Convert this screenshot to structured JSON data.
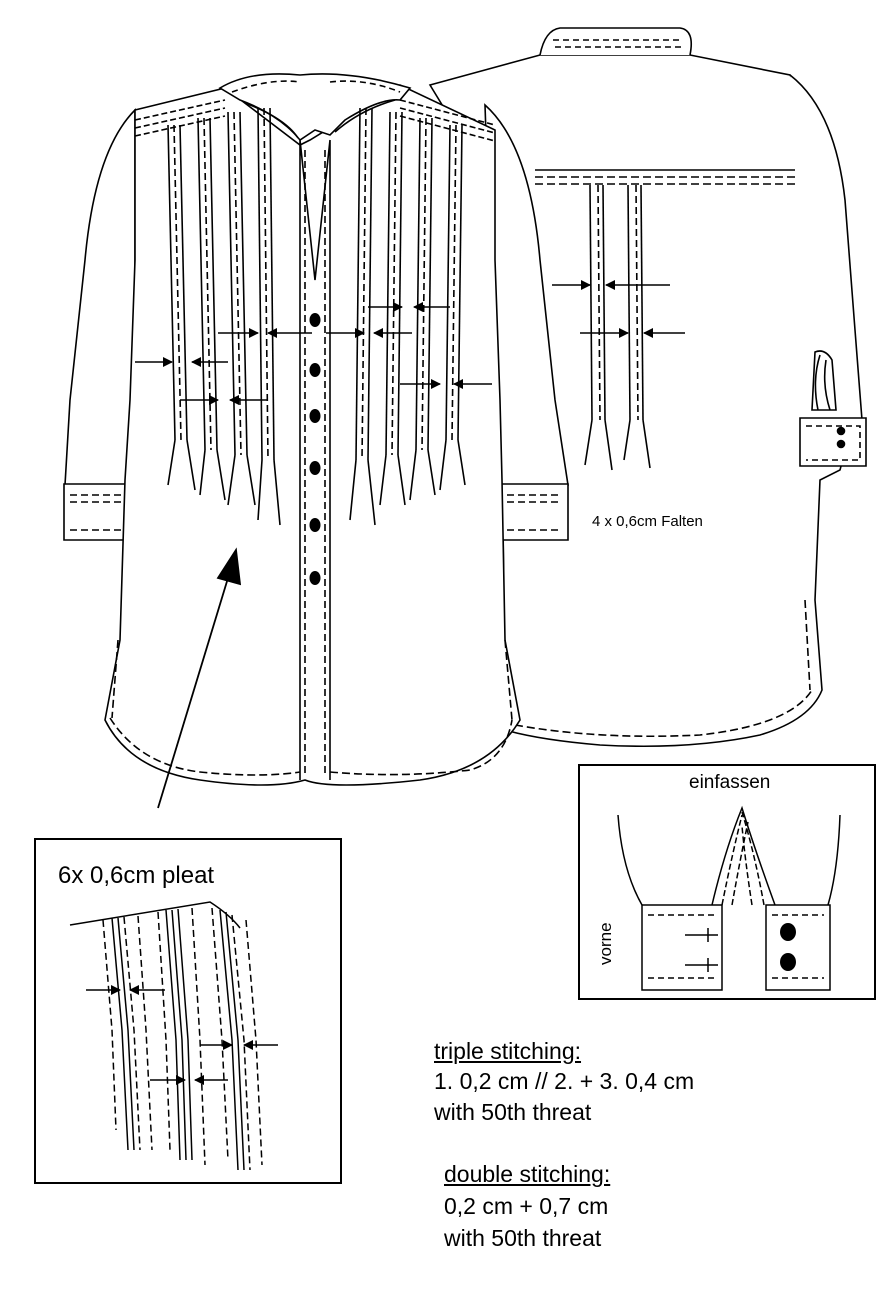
{
  "back_view": {
    "pleat_label": "4 x 0,6cm Falten"
  },
  "pleat_detail": {
    "title": "6x 0,6cm pleat"
  },
  "cuff_detail": {
    "binding_label": "einfassen",
    "front_label": "vorne"
  },
  "notes": {
    "triple_stitching": {
      "heading": "triple stitching:",
      "line1": "1. 0,2 cm // 2. + 3. 0,4 cm",
      "line2": "with 50th threat"
    },
    "double_stitching": {
      "heading": "double stitching:",
      "line1": "0,2 cm  +  0,7 cm",
      "line2": "with 50th threat"
    }
  }
}
